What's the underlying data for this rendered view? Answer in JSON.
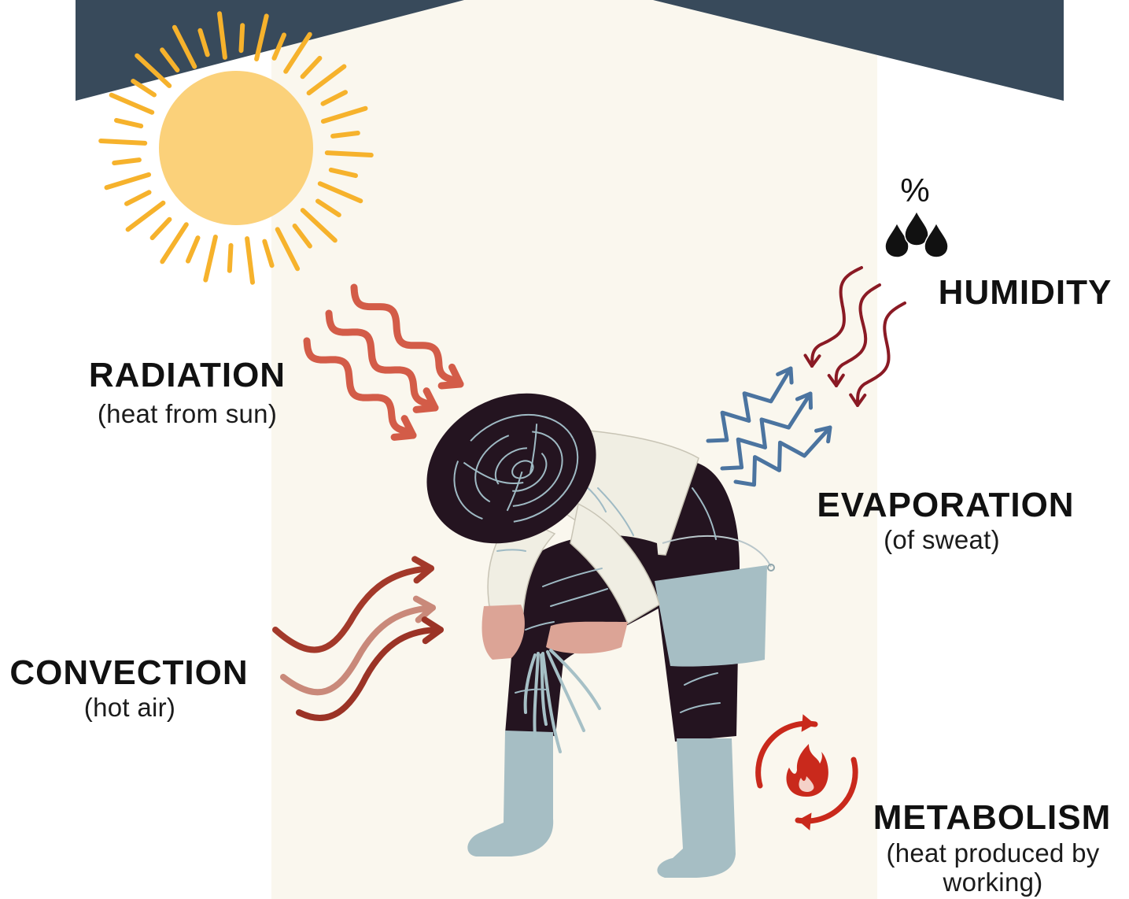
{
  "diagram": {
    "radiation": {
      "title": "RADIATION",
      "subtitle": "(heat from sun)"
    },
    "convection": {
      "title": "CONVECTION",
      "subtitle": "(hot air)"
    },
    "evaporation": {
      "title": "EVAPORATION",
      "subtitle": "(of sweat)"
    },
    "humidity": {
      "title": "HUMIDITY",
      "symbol": "%"
    },
    "metabolism": {
      "title": "METABOLISM",
      "subtitle_line1": "(heat produced by",
      "subtitle_line2": "working)"
    }
  },
  "icons": {
    "sun": "sun-icon",
    "worker": "farm-worker-illustration",
    "humidity": "water-drops-icon",
    "metabolism": "flame-icon"
  },
  "colors": {
    "roof": "#384a5b",
    "column": "#faf7ee",
    "sun": "#fbd17a",
    "sun_rays": "#f6b22c",
    "radiation": "#d35c48",
    "convection_1": "#a3392a",
    "convection_2": "#c9897a",
    "convection_3": "#9b3326",
    "evaporation": "#4b74a0",
    "humidity": "#8a1a24",
    "metabolism": "#c9291c",
    "drops": "#111111",
    "hat": "#241420",
    "pants": "#241420",
    "shirt": "#f0eee3",
    "boots": "#a6bec4",
    "bucket": "#a6bec4",
    "skin": "#dca496",
    "detail": "#9fbac4"
  }
}
